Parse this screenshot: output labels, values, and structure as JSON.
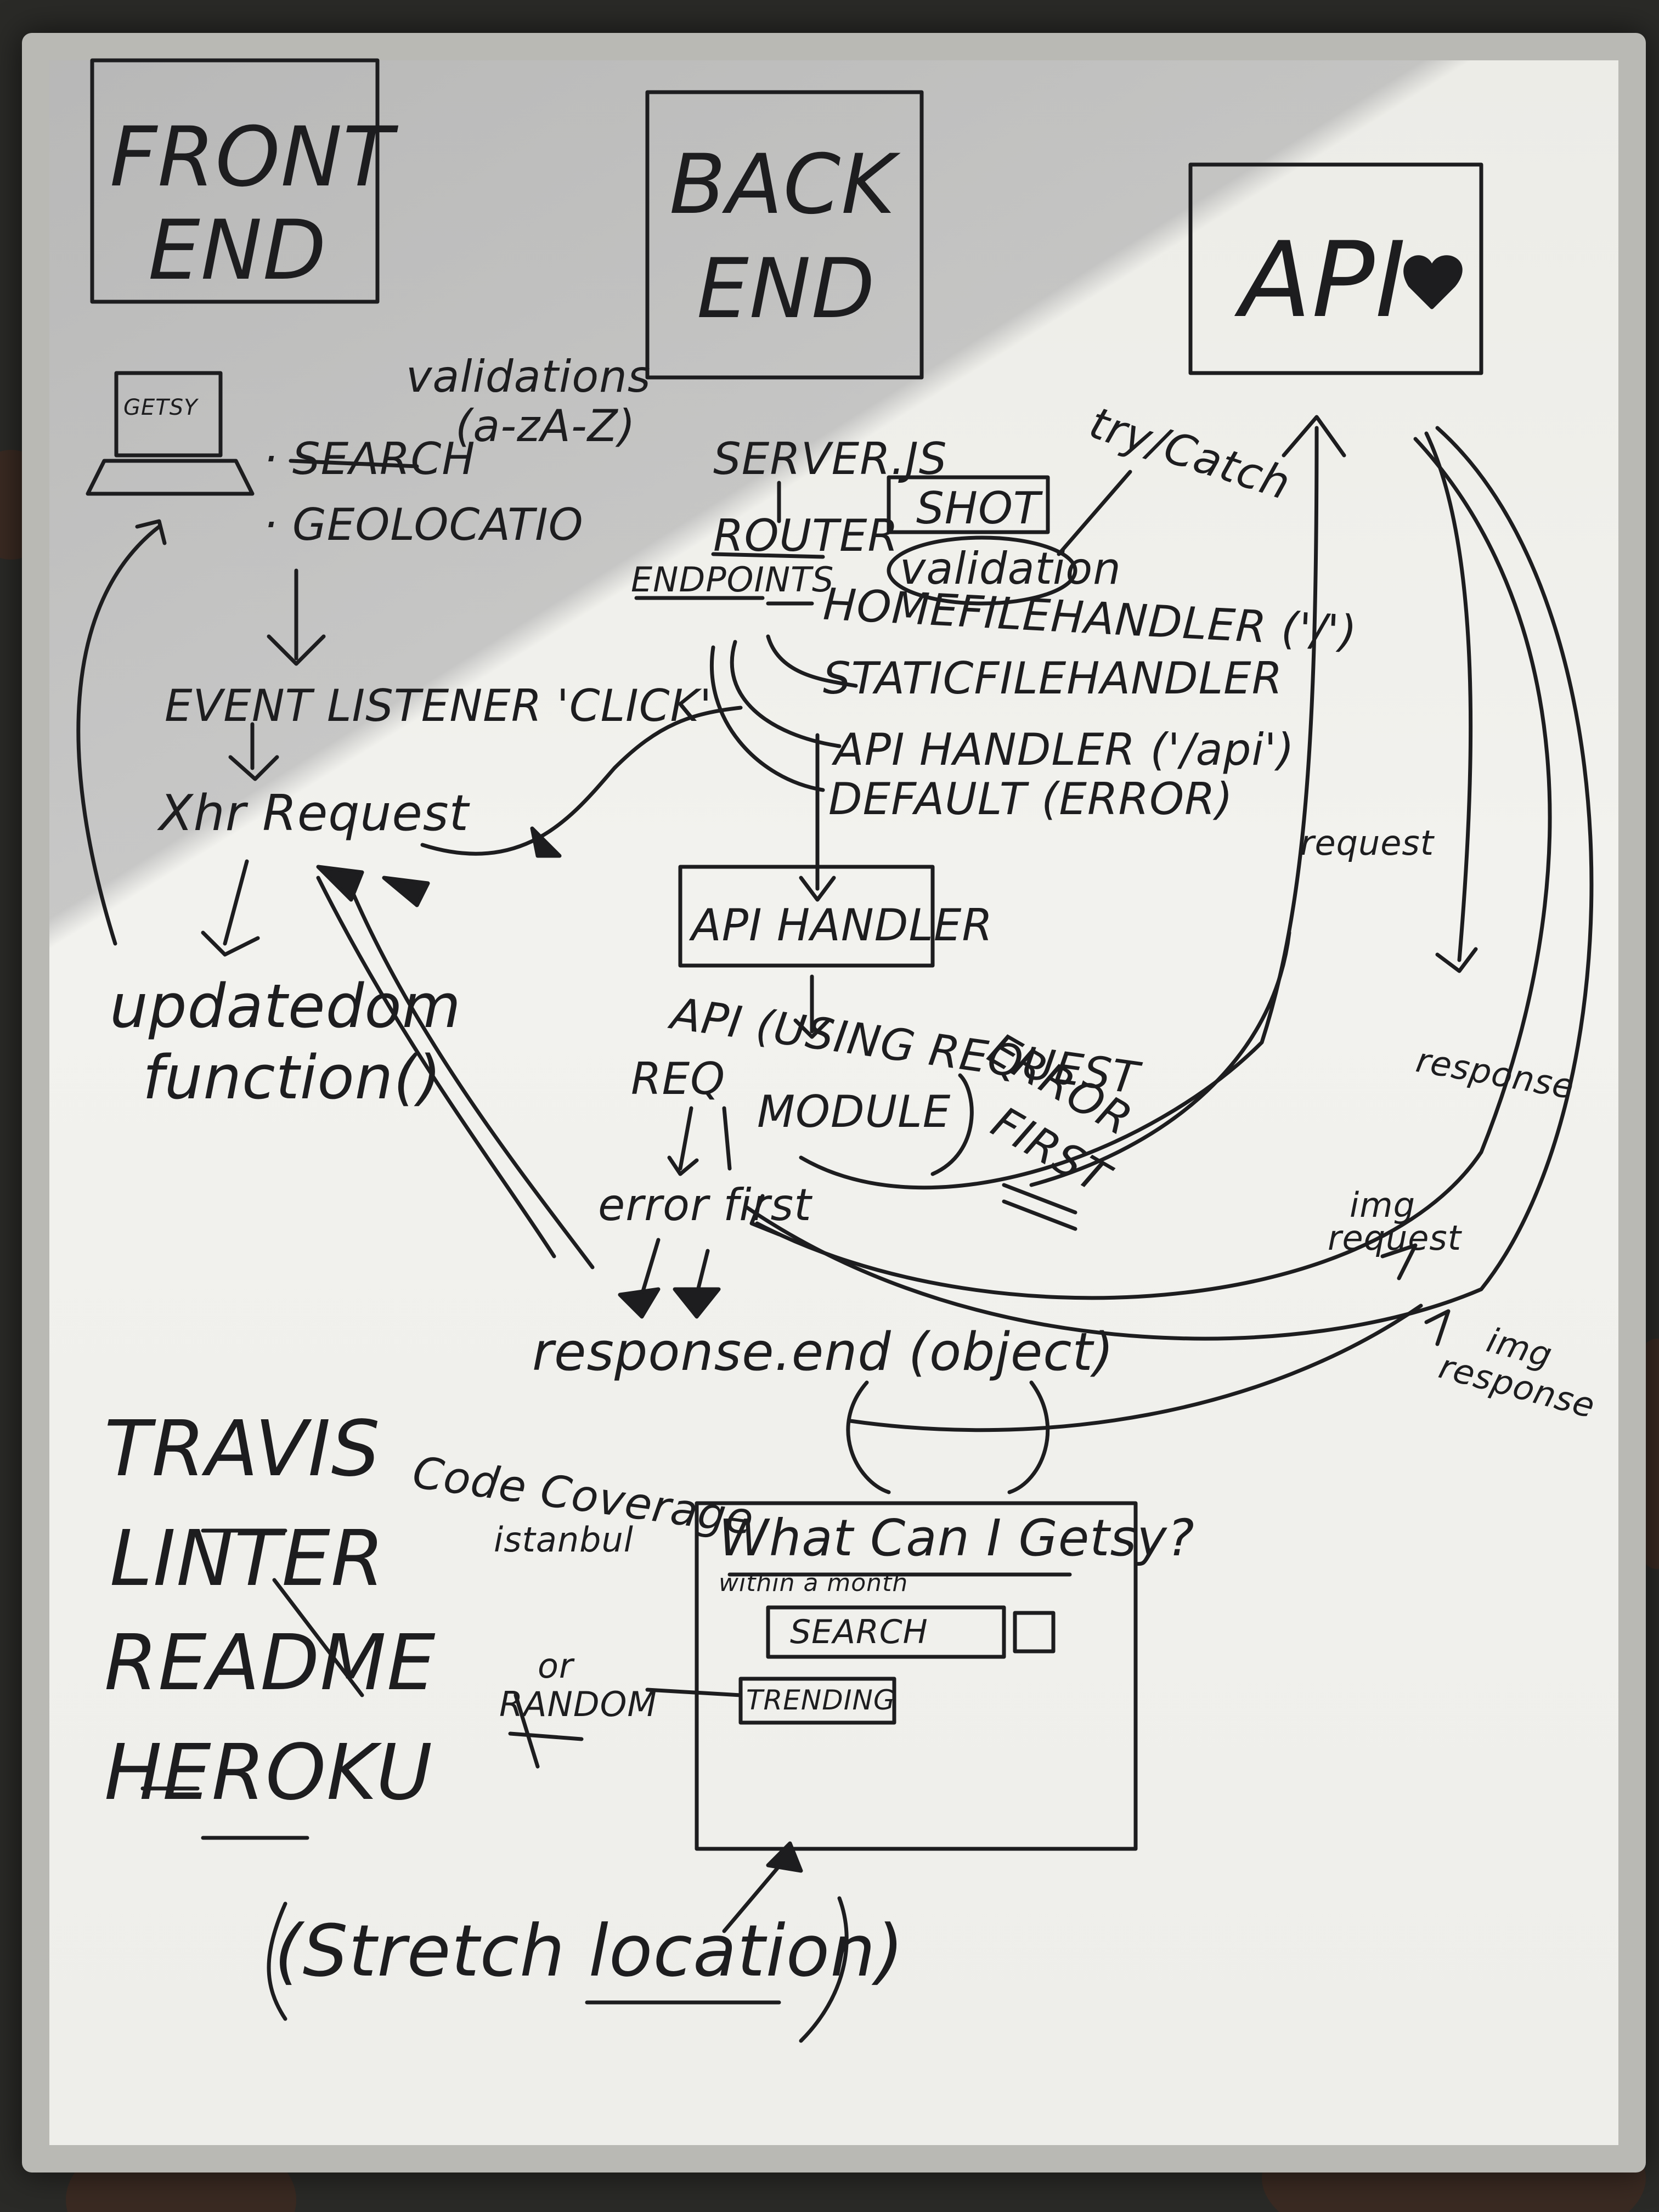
{
  "front_end": {
    "title_line1": "FRONT",
    "title_line2": "END"
  },
  "back_end": {
    "title_line1": "BACK",
    "title_line2": "END"
  },
  "api_box": {
    "title": "API"
  },
  "frontend_notes": {
    "laptop_screen": "GETSY",
    "validations": "validations",
    "validation_pattern": "(a-zA-Z)",
    "search": "· SEARCH",
    "geolocation": "· GEOLOCATIO",
    "event_listener": "EVENT LISTENER 'CLICK'",
    "xhr_request": "Xhr Request",
    "update_dom_line1": "updatedom",
    "update_dom_line2": "function()"
  },
  "backend_notes": {
    "server_js": "SERVER.JS",
    "shot": "SHOT",
    "try_catch": "try/Catch",
    "router": "ROUTER",
    "validation": "validation",
    "endpoints": "ENDPOINTS",
    "home_handler": "HOMEFILEHANDLER ('/')",
    "static_handler": "STATICFILEHANDLER",
    "api_handler_route": "API HANDLER ('/api')",
    "default_error": "DEFAULT (ERROR)",
    "api_handler_box": "API HANDLER",
    "api_req_line1": "API (USING REQUEST",
    "api_req_line2": "MODULE",
    "req": "REQ",
    "error_first_line1": "ERROR",
    "error_first_line2": "FIRST",
    "error_first_small": "error first",
    "response_end": "response.end (object)"
  },
  "api_arrows": {
    "request": "request",
    "response": "response",
    "img_request_line1": "img",
    "img_request_line2": "request",
    "img_response_line1": "img",
    "img_response_line2": "response"
  },
  "tooling": {
    "items": [
      "TRAVIS",
      "LINTER",
      "README",
      "HEROKU"
    ],
    "code_coverage_line1": "Code Coverage",
    "code_coverage_line2": "istanbul"
  },
  "mockup": {
    "title": "What Can I Getsy?",
    "subtitle": "within a month",
    "search": "SEARCH",
    "or_line1": "or",
    "or_line2": "RANDOM",
    "trending": "TRENDING",
    "stretch": "(Stretch location)"
  }
}
